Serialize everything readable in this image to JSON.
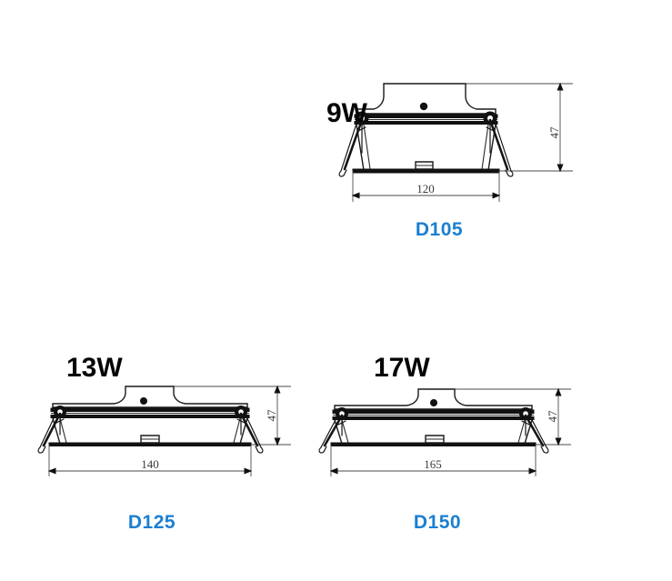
{
  "page": {
    "title": "LED Downlight Dimension Drawings",
    "background_color": "#ffffff",
    "label_color": "#1b7fd1",
    "line_color": "#1a1a1a",
    "dimension_color": "#3a3a3a"
  },
  "drawings": [
    {
      "id": "d105",
      "power_label": "9W",
      "model_label": "D105",
      "width_dim": "120",
      "height_dim": "47",
      "position": "top-center"
    },
    {
      "id": "d125",
      "power_label": "13W",
      "model_label": "D125",
      "width_dim": "140",
      "height_dim": "47",
      "position": "bottom-left"
    },
    {
      "id": "d150",
      "power_label": "17W",
      "model_label": "D150",
      "width_dim": "165",
      "height_dim": "47",
      "position": "bottom-right"
    }
  ]
}
